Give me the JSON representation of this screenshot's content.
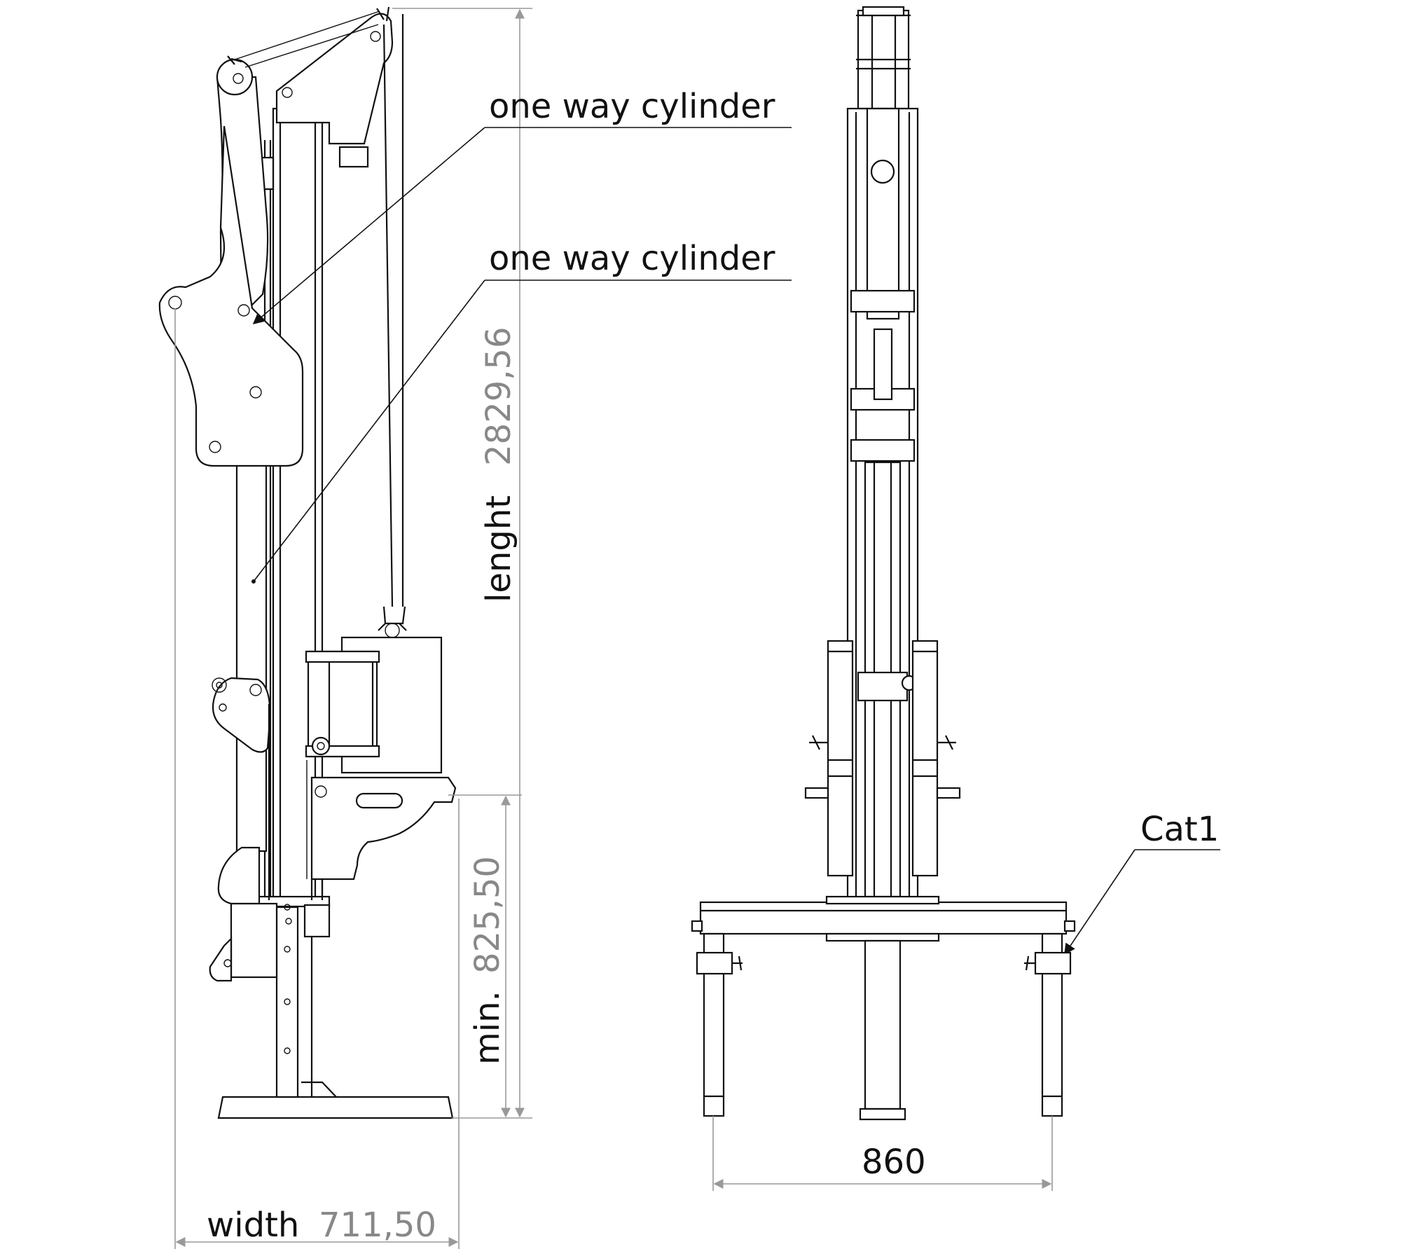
{
  "labels": {
    "cylinder_top": "one way cylinder",
    "cylinder_mid": "one way cylinder",
    "cat": "Cat1"
  },
  "dimensions": {
    "length_label": "lenght",
    "length_value": "2829,56",
    "min_label": "min.",
    "min_value": "825,50",
    "width_label": "width",
    "width_value": "711,50",
    "span_value": "860"
  },
  "colors": {
    "line": "#111111",
    "dimension": "#999999",
    "dimension_text": "#888888"
  }
}
